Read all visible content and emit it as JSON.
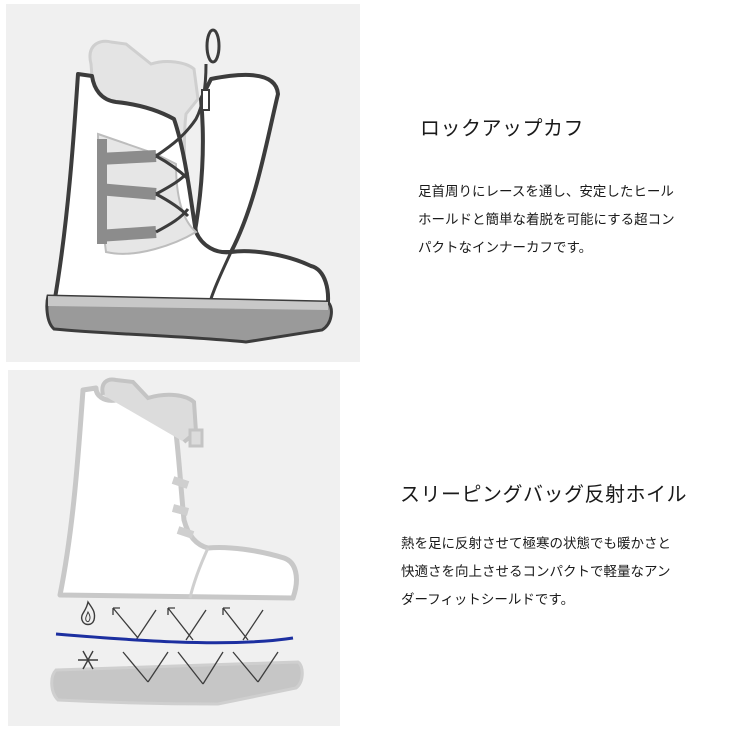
{
  "sections": [
    {
      "heading": "ロックアップカフ",
      "body_lines": [
        "足首周りにレースを通し、安定したヒール",
        "ホールドと簡単な着脱を可能にする超コン",
        "パクトなインナーカフです。"
      ]
    },
    {
      "heading": "スリーピングバッグ反射ホイル",
      "body_lines": [
        "熱を足に反射させて極寒の状態でも暖かさと",
        "快適さを向上させるコンパクトで軽量なアン",
        "ダーフィットシールドです。"
      ]
    }
  ],
  "icons": {
    "top": "boot-lockup-cuff-illustration",
    "bottom": "boot-reflective-foil-illustration",
    "heat": "flame-icon",
    "cold": "snowflake-icon"
  },
  "colors": {
    "panel_bg": "#f0f0f0",
    "outline_dark": "#3c3c3c",
    "lace_gray": "#8c8c8c",
    "sole_gray": "#9a9a9a",
    "foil_blue": "#1c2fa0"
  }
}
